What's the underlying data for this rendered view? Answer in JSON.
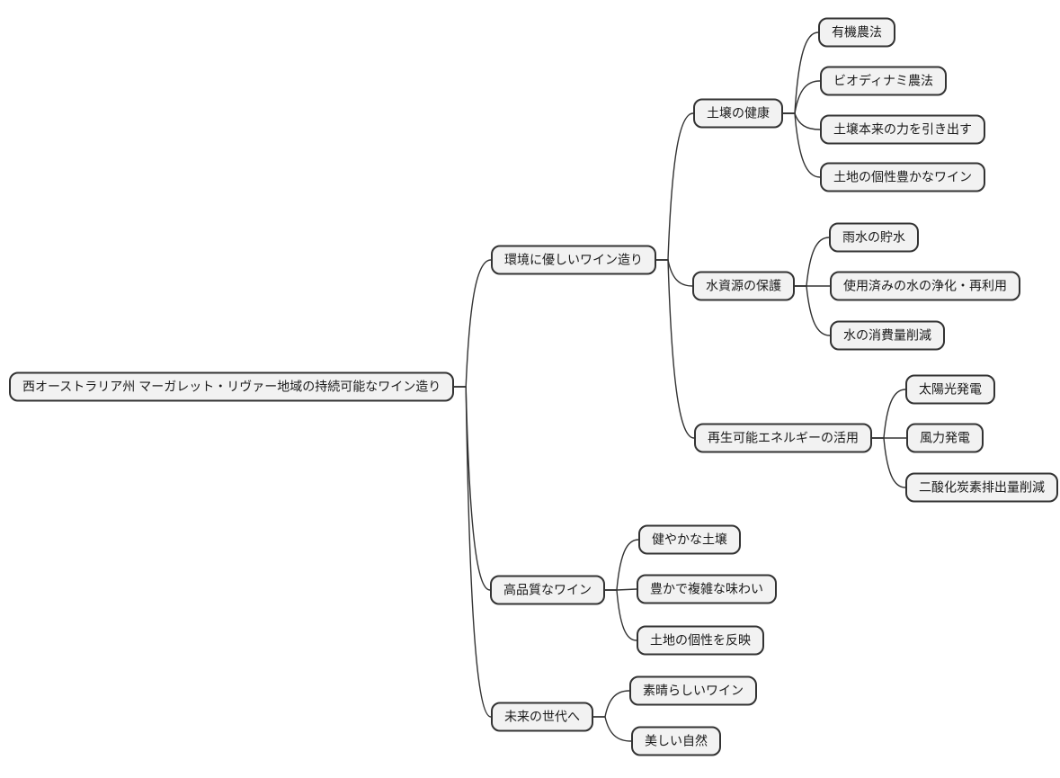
{
  "diagram": {
    "type": "mindmap",
    "title": "西オーストラリア州 マーガレット・リヴァー地域の持続可能なワイン造り",
    "colors": {
      "background": "#ffffff",
      "node_fill": "#f2f2f2",
      "node_border": "#333333",
      "link": "#333333",
      "text": "#1a1a1a"
    },
    "root": {
      "label": "西オーストラリア州 マーガレット・リヴァー地域の持続可能なワイン造り",
      "children": [
        {
          "label": "環境に優しいワイン造り",
          "children": [
            {
              "label": "土壌の健康",
              "children": [
                {
                  "label": "有機農法"
                },
                {
                  "label": "ビオディナミ農法"
                },
                {
                  "label": "土壌本来の力を引き出す"
                },
                {
                  "label": "土地の個性豊かなワイン"
                }
              ]
            },
            {
              "label": "水資源の保護",
              "children": [
                {
                  "label": "雨水の貯水"
                },
                {
                  "label": "使用済みの水の浄化・再利用"
                },
                {
                  "label": "水の消費量削減"
                }
              ]
            },
            {
              "label": "再生可能エネルギーの活用",
              "children": [
                {
                  "label": "太陽光発電"
                },
                {
                  "label": "風力発電"
                },
                {
                  "label": "二酸化炭素排出量削減"
                }
              ]
            }
          ]
        },
        {
          "label": "高品質なワイン",
          "children": [
            {
              "label": "健やかな土壌"
            },
            {
              "label": "豊かで複雑な味わい"
            },
            {
              "label": "土地の個性を反映"
            }
          ]
        },
        {
          "label": "未来の世代へ",
          "children": [
            {
              "label": "素晴らしいワイン"
            },
            {
              "label": "美しい自然"
            }
          ]
        }
      ]
    }
  }
}
